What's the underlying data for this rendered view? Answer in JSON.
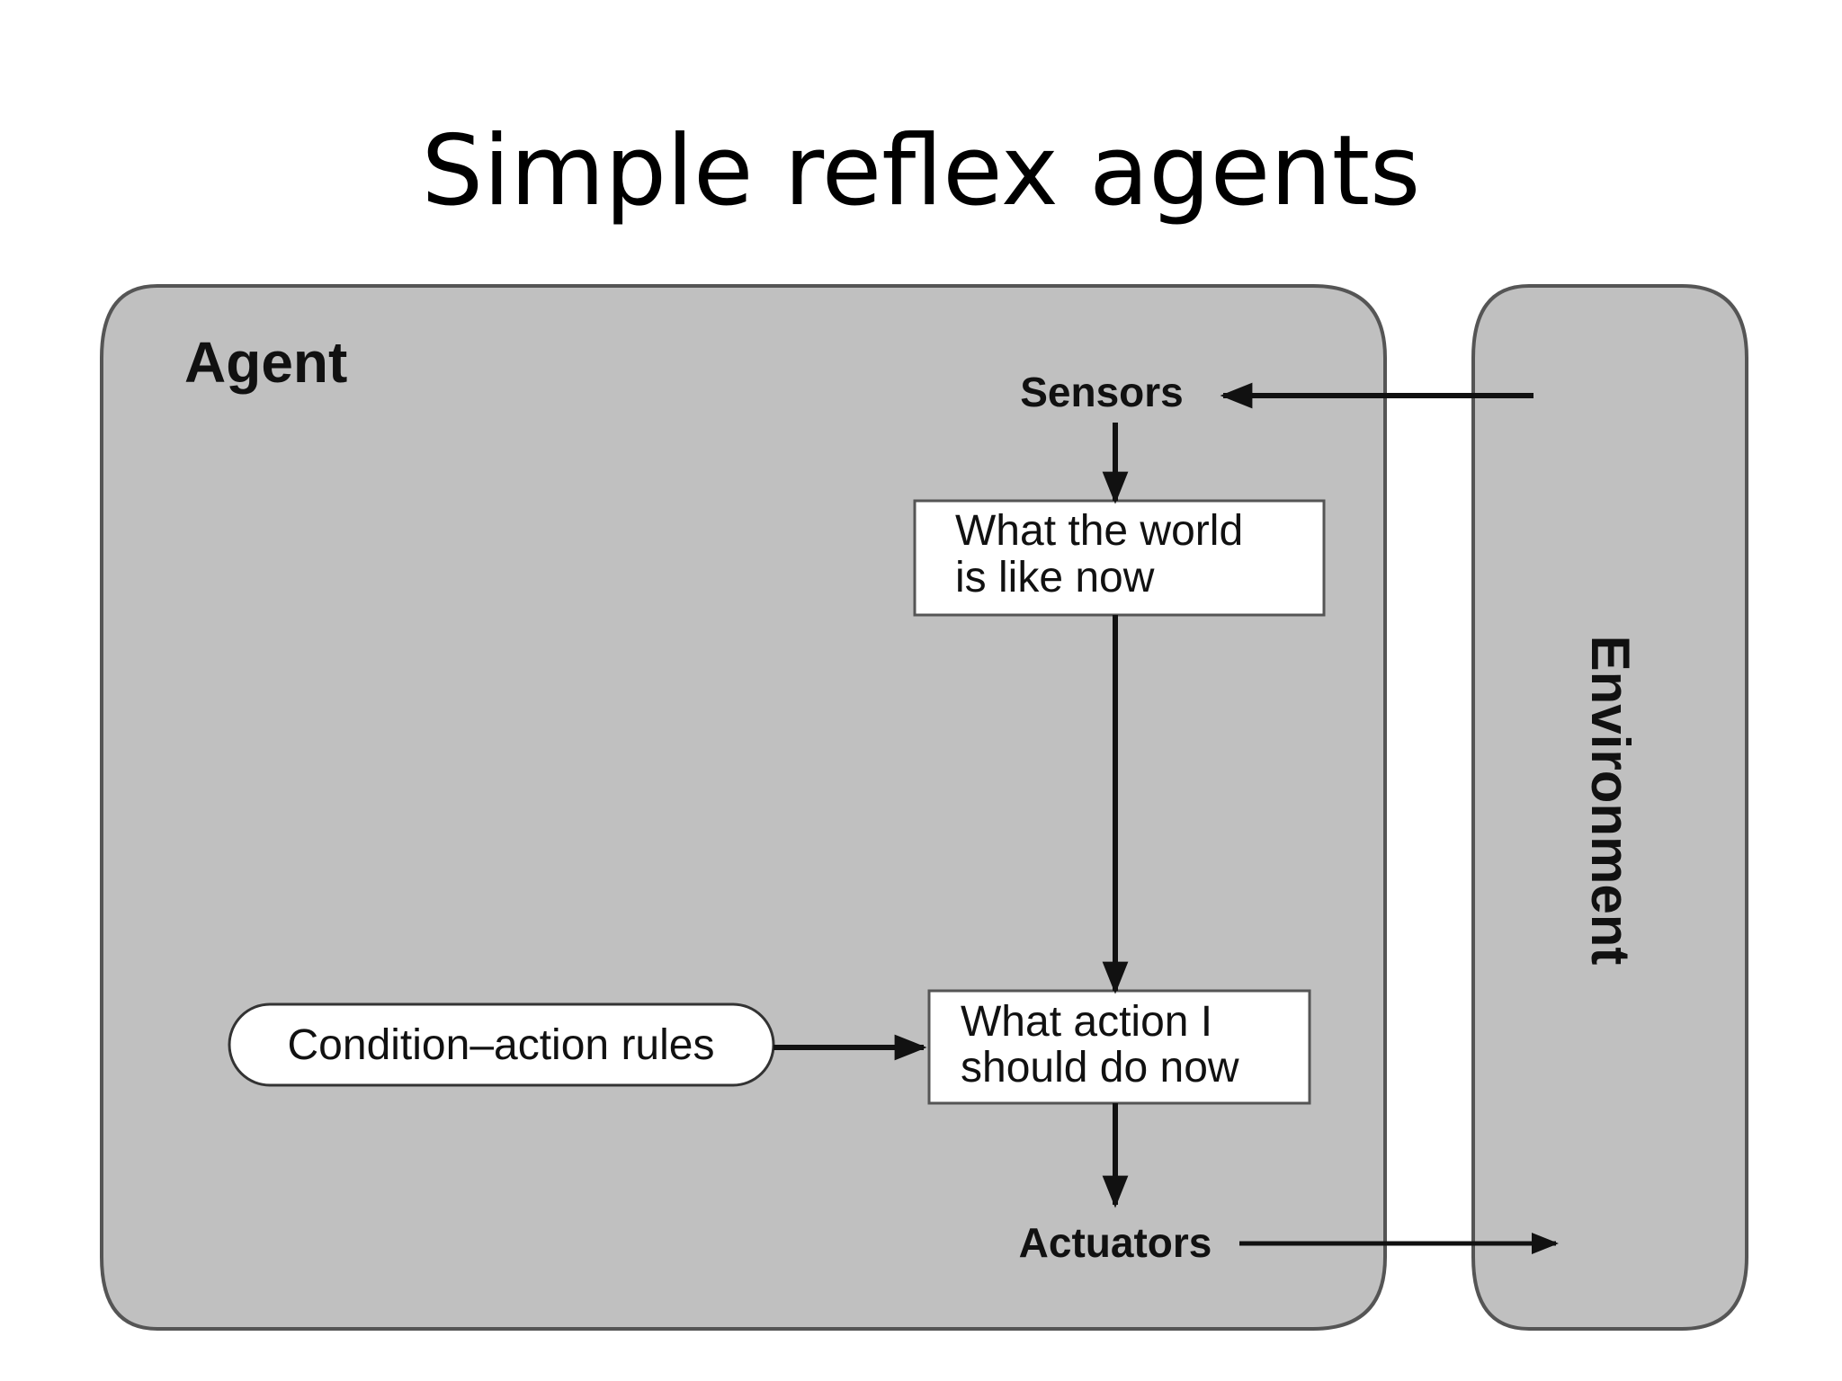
{
  "slide": {
    "title": "Simple reflex agents"
  },
  "diagram": {
    "agent_label": "Agent",
    "environment_label": "Environment",
    "sensors_label": "Sensors",
    "actuators_label": "Actuators",
    "world_state_box": {
      "line1": "What the world",
      "line2": "is like now"
    },
    "action_box": {
      "line1": "What action I",
      "line2": "should do now"
    },
    "rules_label": "Condition–action rules"
  },
  "colors": {
    "panel_fill": "#c0c0c0",
    "panel_stroke": "#555555",
    "box_fill": "#ffffff",
    "arrow": "#111111"
  }
}
